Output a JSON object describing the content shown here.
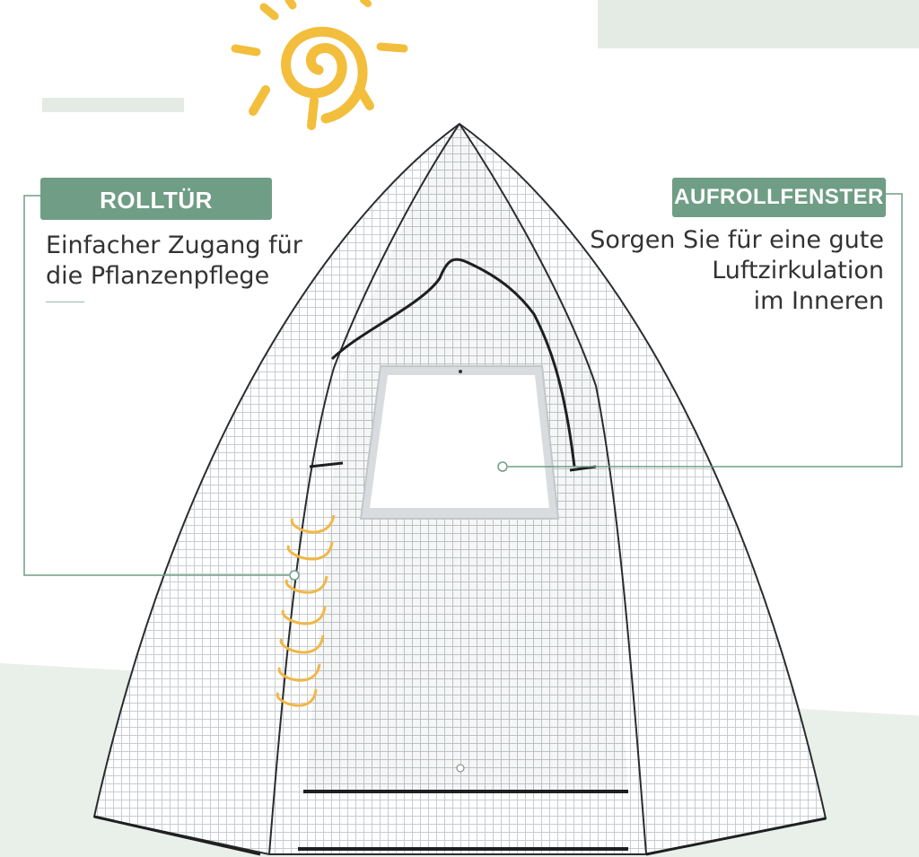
{
  "left_feature": {
    "title": "ROLLTÜR",
    "line1": "Einfacher Zugang für",
    "line2": "die Pflanzenpflege"
  },
  "right_feature": {
    "title": "AUFROLLFENSTER",
    "line1": "Sorgen Sie für eine gute",
    "line2": "Luftzirkulation",
    "line3": "im Inneren"
  },
  "colors": {
    "accent_green": "#6f9d85",
    "sun_yellow": "#f2be3c",
    "ground": "#e9efe9",
    "text": "#333333"
  },
  "icons": [
    "sun-icon"
  ]
}
